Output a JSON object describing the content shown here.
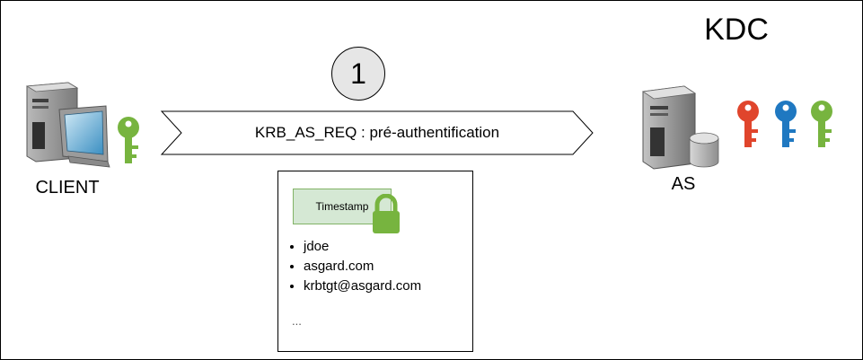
{
  "diagram": {
    "kdc_title": "KDC",
    "step_number": "1",
    "arrow_label": "KRB_AS_REQ : pré-authentification",
    "client_label": "CLIENT",
    "as_label": "AS",
    "message": {
      "timestamp_label": "Timestamp",
      "items": [
        "jdoe",
        "asgard.com",
        "krbtgt@asgard.com"
      ],
      "ellipsis": "..."
    }
  },
  "colors": {
    "client_key": "#77b43f",
    "kdc_key_red": "#e0452c",
    "kdc_key_blue": "#1f78c1",
    "kdc_key_green": "#77b43f",
    "lock": "#77b43f",
    "timestamp_fill": "#d5e8d4",
    "timestamp_border": "#82b366",
    "step_circle_fill": "#e6e6e6"
  },
  "icons": {
    "client_computer": "workstation-icon",
    "as_server": "server-database-icon",
    "keys": "key-icon",
    "lock": "padlock-icon"
  }
}
